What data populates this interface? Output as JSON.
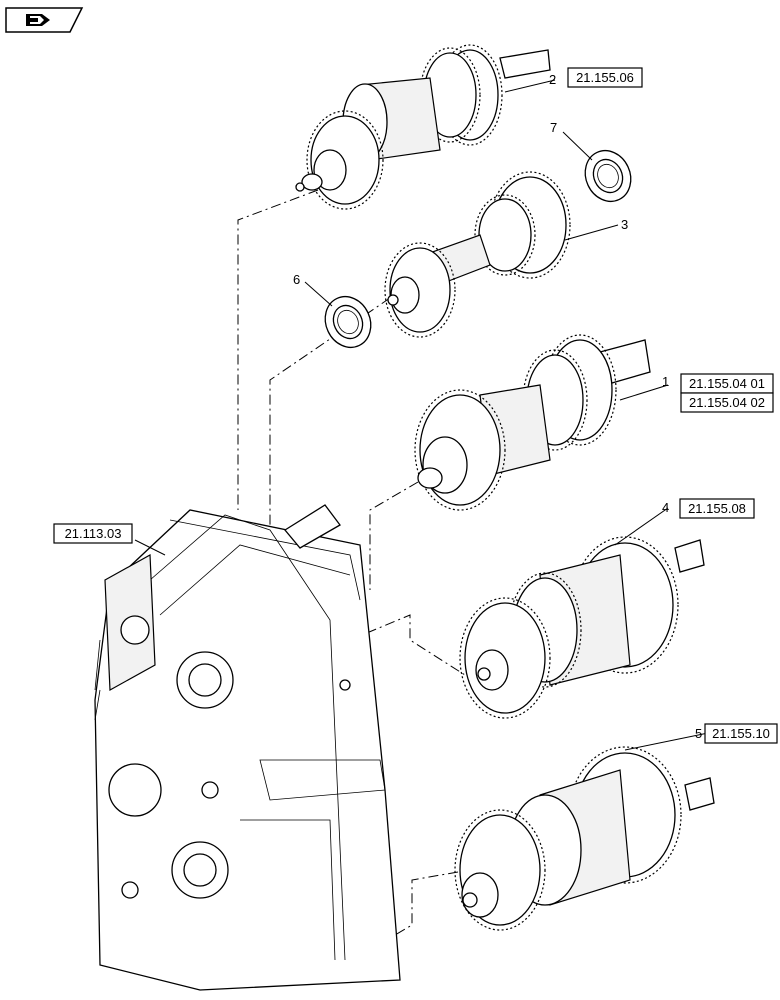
{
  "nav_icon": "return-arrow-icon",
  "references": {
    "housing": "21.113.03",
    "part_2": "21.155.06",
    "part_1_a": "21.155.04 01",
    "part_1_b": "21.155.04 02",
    "part_4": "21.155.08",
    "part_5": "21.155.10"
  },
  "callouts": {
    "n1": "1",
    "n2": "2",
    "n3": "3",
    "n4": "4",
    "n5": "5",
    "n6": "6",
    "n7": "7"
  }
}
